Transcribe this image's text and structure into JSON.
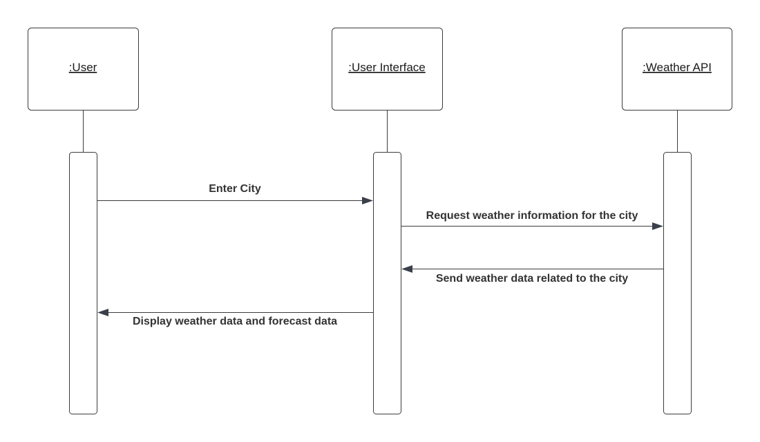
{
  "participants": [
    {
      "id": "user",
      "label": ":User"
    },
    {
      "id": "ui",
      "label": ":User Interface"
    },
    {
      "id": "api",
      "label": ":Weather API"
    }
  ],
  "messages": [
    {
      "id": "msg-enter-city",
      "from": "user",
      "to": "ui",
      "label": "Enter City"
    },
    {
      "id": "msg-request-weather",
      "from": "ui",
      "to": "api",
      "label": "Request weather information for the city"
    },
    {
      "id": "msg-send-weather",
      "from": "api",
      "to": "ui",
      "label": "Send weather data related to the city"
    },
    {
      "id": "msg-display-weather",
      "from": "ui",
      "to": "user",
      "label": "Display weather data and forecast data"
    }
  ],
  "colors": {
    "stroke": "#3a3a3a",
    "arrowhead": "#3a3f4a",
    "text": "#333333",
    "background": "#ffffff"
  }
}
